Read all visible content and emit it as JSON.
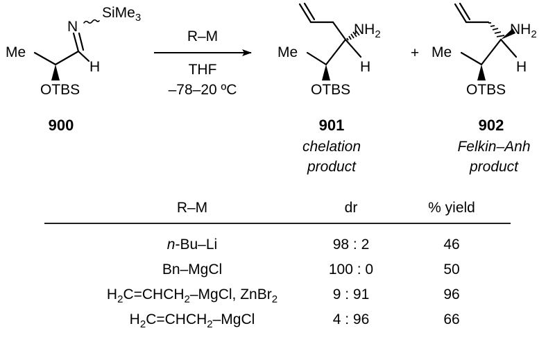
{
  "reaction": {
    "reagent": "R–M",
    "solvent": "THF",
    "temperature": "–78–20 ºC",
    "plus": "+"
  },
  "substrate": {
    "id": "900",
    "atoms": {
      "n": "N",
      "si": "SiMe",
      "si_sub": "3",
      "me": "Me",
      "h": "H",
      "otbs": "OTBS"
    }
  },
  "product_chelation": {
    "id": "901",
    "caption_line1": "chelation",
    "caption_line2": "product",
    "atoms": {
      "nh": "NH",
      "nh_sub": "2",
      "me": "Me",
      "h": "H",
      "otbs": "OTBS"
    }
  },
  "product_felkin": {
    "id": "902",
    "caption_line1": "Felkin–Anh",
    "caption_line2": "product",
    "atoms": {
      "nh": "NH",
      "nh_sub": "2",
      "me": "Me",
      "h": "H",
      "otbs": "OTBS"
    }
  },
  "table": {
    "headers": {
      "rm": "R–M",
      "dr": "dr",
      "yield": "% yield"
    },
    "rows": [
      {
        "rm": [
          {
            "t": "n",
            "i": true
          },
          {
            "t": "-Bu–Li"
          }
        ],
        "dr": "98 : 2",
        "yield": "46"
      },
      {
        "rm": [
          {
            "t": "Bn–MgCl"
          }
        ],
        "dr": "100 : 0",
        "yield": "50"
      },
      {
        "rm": [
          {
            "t": "H"
          },
          {
            "t": "2",
            "sub": true
          },
          {
            "t": "C=CHCH"
          },
          {
            "t": "2",
            "sub": true
          },
          {
            "t": "–MgCl, ZnBr"
          },
          {
            "t": "2",
            "sub": true
          }
        ],
        "dr": "9 : 91",
        "yield": "96"
      },
      {
        "rm": [
          {
            "t": "H"
          },
          {
            "t": "2",
            "sub": true
          },
          {
            "t": "C=CHCH"
          },
          {
            "t": "2",
            "sub": true
          },
          {
            "t": "–MgCl"
          }
        ],
        "dr": "4 : 96",
        "yield": "66"
      }
    ]
  }
}
